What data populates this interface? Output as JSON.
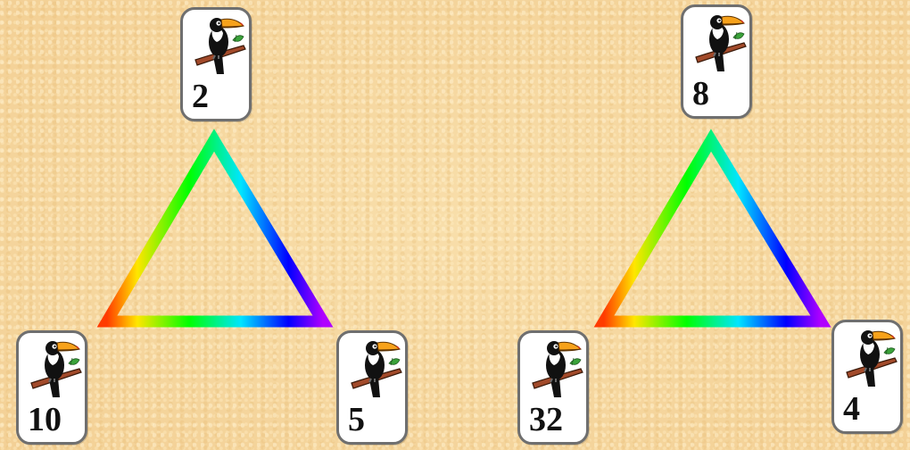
{
  "puzzles": [
    {
      "top": "2",
      "left": "10",
      "right": "5"
    },
    {
      "top": "8",
      "left": "32",
      "right": "4"
    }
  ],
  "icons": {
    "card_picture": "toucan-on-branch-icon"
  },
  "colors": {
    "background": "#f6d9a3",
    "card_border": "#6f6f6f",
    "triangle_gradient": [
      "#ff3b00",
      "#ffe600",
      "#00ff00",
      "#00e5ff",
      "#0000ff",
      "#b000ff"
    ]
  }
}
